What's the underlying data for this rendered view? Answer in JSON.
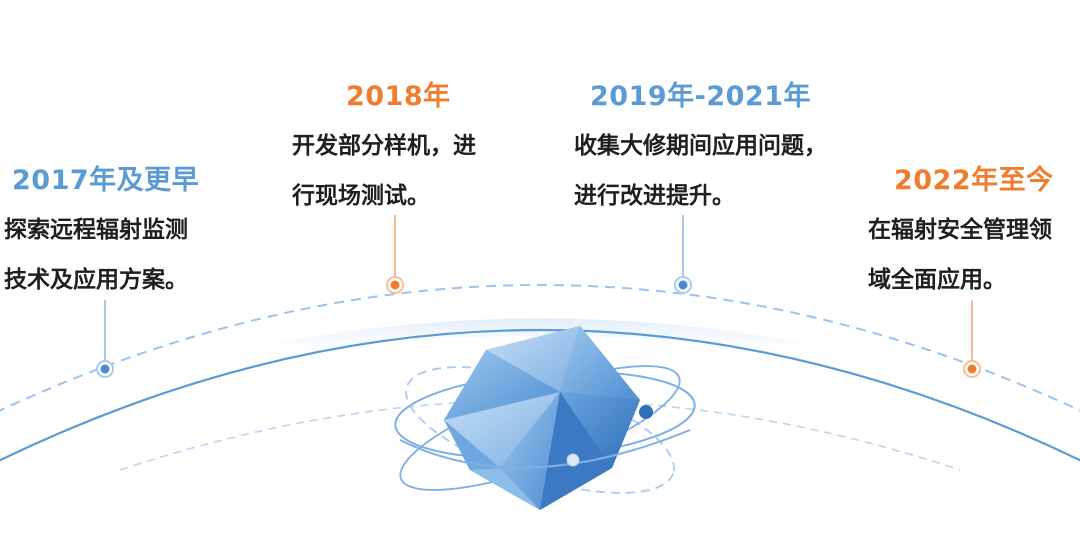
{
  "colors": {
    "blue": "#5b9bd5",
    "orange": "#ef7d2d",
    "text": "#1f1f1f"
  },
  "milestones": [
    {
      "year": "2017年及更早",
      "lines": [
        "探索远程辐射监测",
        "技术及应用方案。"
      ],
      "color": "blue"
    },
    {
      "year": "2018年",
      "lines": [
        "开发部分样机，进",
        "行现场测试。"
      ],
      "color": "orange"
    },
    {
      "year": "2019年-2021年",
      "lines": [
        "收集大修期间应用问题，",
        "进行改进提升。"
      ],
      "color": "blue"
    },
    {
      "year": "2022年至今",
      "lines": [
        "在辐射安全管理领",
        "域全面应用。"
      ],
      "color": "orange"
    }
  ],
  "icons": [
    "polyhedron-crystal-icon",
    "orbit-rings-icon"
  ]
}
